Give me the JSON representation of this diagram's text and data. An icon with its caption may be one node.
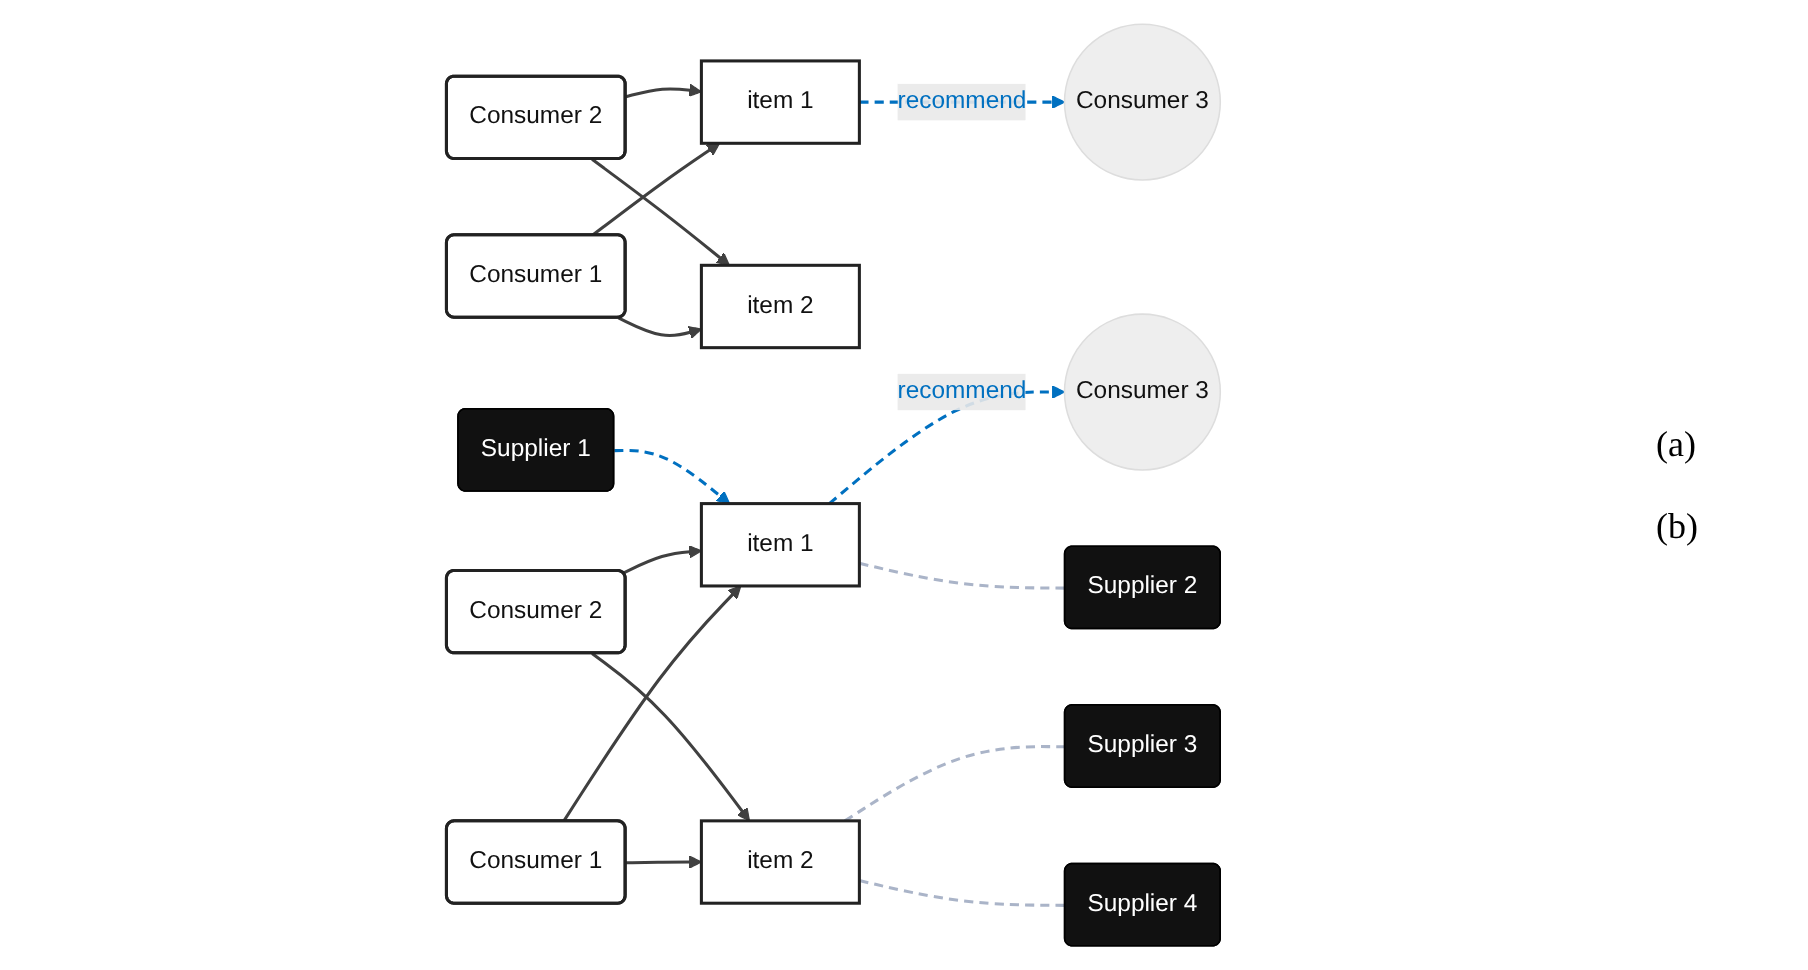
{
  "diagram": {
    "nodes": [
      {
        "text": [
          "Consumer 1"
        ]
      },
      {
        "text": [
          "Consumer 2"
        ]
      },
      {
        "text": [
          "Consumer 3"
        ]
      },
      {
        "text": [
          "item 1"
        ]
      },
      {
        "text": [
          "item 2"
        ]
      },
      {
        "text": [
          "Consumer 1"
        ]
      },
      {
        "text": [
          "Consumer 2"
        ]
      },
      {
        "text": [
          "Consumer 3"
        ]
      },
      {
        "text": [
          "item 1"
        ]
      },
      {
        "text": [
          "item 2"
        ]
      },
      {
        "text": [
          "Supplier 1"
        ]
      },
      {
        "text": [
          "Supplier 2"
        ]
      },
      {
        "text": [
          "Supplier 3"
        ]
      },
      {
        "text": [
          "Supplier 4"
        ]
      }
    ],
    "edges": [
      {
        "from": 0,
        "to": 3,
        "arrow": "to"
      },
      {
        "from": 0,
        "to": 4,
        "arrow": "to"
      },
      {
        "from": 1,
        "to": 3,
        "arrow": "to"
      },
      {
        "from": 1,
        "to": 4,
        "arrow": "to"
      },
      {
        "from": 3,
        "to": 2,
        "arrow": "to",
        "label": "recommend",
        "style": "dashed",
        "color": "#0070c0"
      },
      {
        "from": 5,
        "to": 8,
        "arrow": "to"
      },
      {
        "from": 5,
        "to": 9,
        "arrow": "to"
      },
      {
        "from": 6,
        "to": 8,
        "arrow": "to"
      },
      {
        "from": 6,
        "to": 9,
        "arrow": "to"
      },
      {
        "from": 10,
        "to": 8,
        "arrow": "to",
        "style": "dashed",
        "color": "#0070c0"
      },
      {
        "from": 8,
        "to": 7,
        "arrow": "to",
        "label": "recommend",
        "style": "dashed",
        "color": "#0070c0"
      },
      {
        "from": 8,
        "to": 11,
        "arrow": "none",
        "style": "dashed",
        "color": "#aab4c8"
      },
      {
        "from": 9,
        "to": 12,
        "arrow": "none",
        "style": "dashed",
        "color": "#aab4c8"
      },
      {
        "from": 9,
        "to": 13,
        "arrow": "none",
        "style": "dashed",
        "color": "#aab4c8"
      }
    ],
    "labels": [
      "(a)",
      "(b)"
    ]
  }
}
